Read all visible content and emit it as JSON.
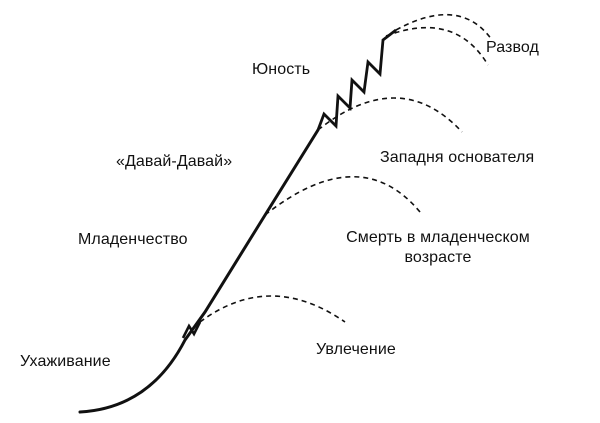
{
  "diagram": {
    "stages": [
      {
        "id": "courtship",
        "label": "Ухаживание"
      },
      {
        "id": "infancy",
        "label": "Младенчество"
      },
      {
        "id": "go_go",
        "label": "«Давай-Давай»"
      },
      {
        "id": "adolescence",
        "label": "Юность"
      }
    ],
    "failures": [
      {
        "id": "affair",
        "label": "Увлечение"
      },
      {
        "id": "infant_mortality",
        "label_line1": "Смерть в младенческом",
        "label_line2": "возрасте"
      },
      {
        "id": "founders_trap",
        "label": "Западня основателя"
      },
      {
        "id": "divorce",
        "label": "Развод"
      }
    ]
  }
}
